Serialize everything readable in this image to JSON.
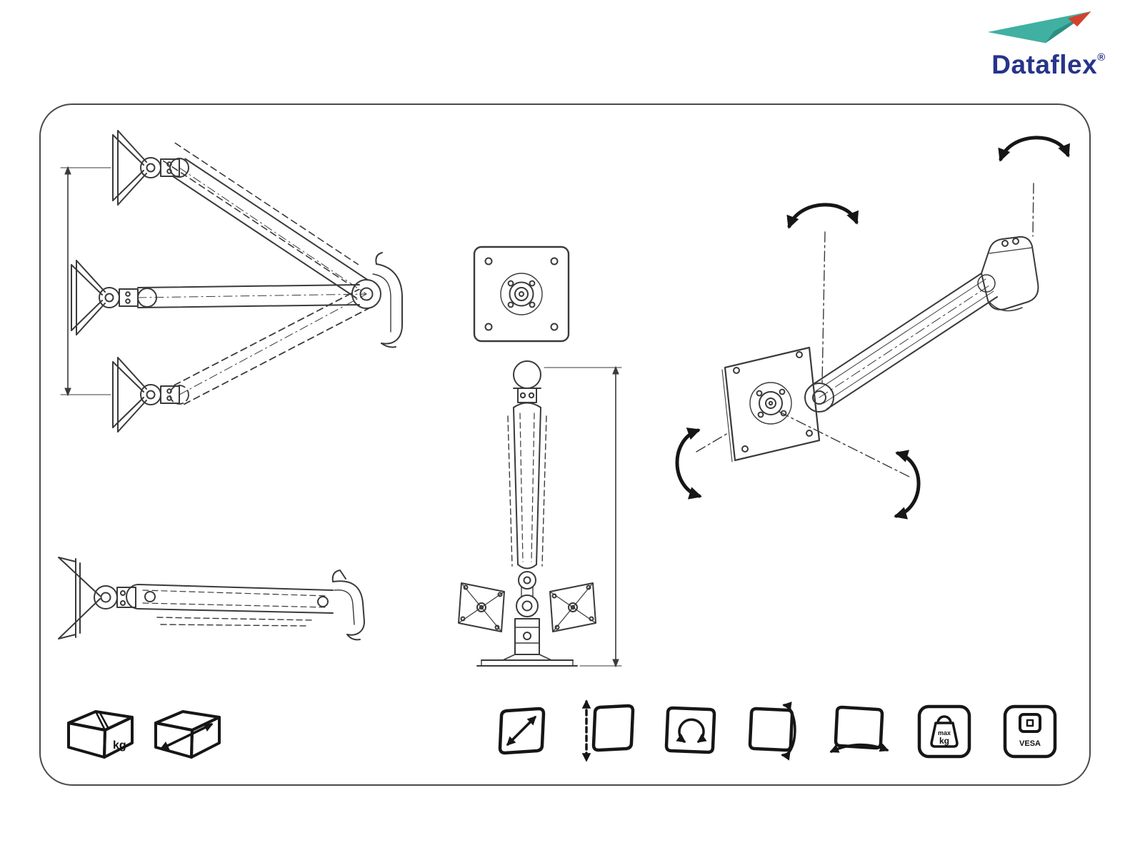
{
  "logo": {
    "brand": "Dataflex",
    "registered_mark": "®",
    "brand_color": "#27348b",
    "plane_primary": "#3fb0a1",
    "plane_shadow": "#2e8e80",
    "plane_accent": "#d2422e"
  },
  "panel": {
    "border_color": "#4a4a4a",
    "drawing_line_color": "#3a3a3a",
    "icon_line_color": "#161616"
  },
  "icon_labels": {
    "package_weight": "kg",
    "max_load_line1": "max",
    "max_load_line2": "kg",
    "vesa": "VESA"
  }
}
